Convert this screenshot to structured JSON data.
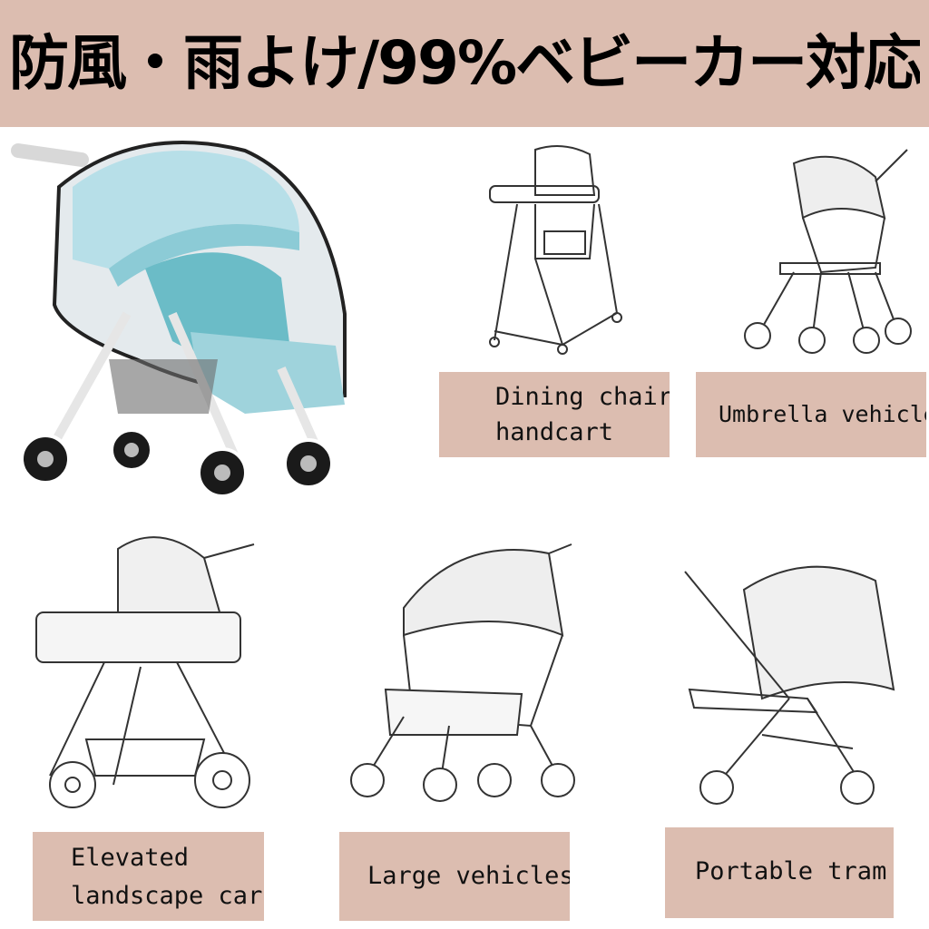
{
  "banner": {
    "title": "防風・雨よけ/99%ベビーカー対応",
    "color": "#dcbdb0"
  },
  "product_photo": {
    "icon": "stroller-rain-cover-photo"
  },
  "categories": [
    {
      "icon": "high-chair-sketch",
      "label_lines": [
        "Dining chair",
        "handcart"
      ]
    },
    {
      "icon": "umbrella-stroller-sketch",
      "label_lines": [
        "Umbrella vehicle"
      ]
    },
    {
      "icon": "bassinet-pram-sketch",
      "label_lines": [
        "Elevated",
        "landscape car"
      ]
    },
    {
      "icon": "large-stroller-sketch",
      "label_lines": [
        "Large vehicles"
      ]
    },
    {
      "icon": "portable-stroller-sketch",
      "label_lines": [
        "Portable tram"
      ]
    }
  ]
}
